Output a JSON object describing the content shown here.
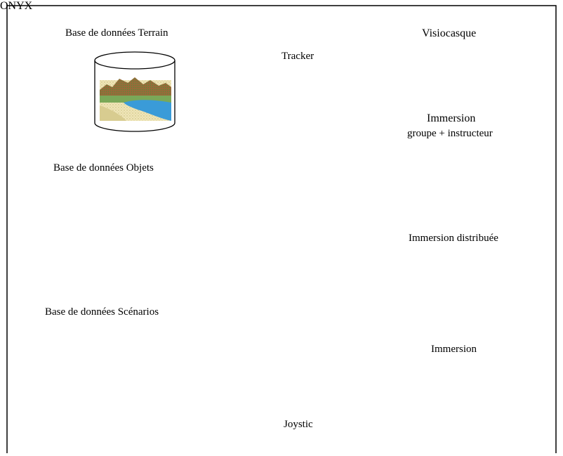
{
  "labels": {
    "terrain": "Base de données Terrain",
    "objets": "Base de données Objets",
    "scenarios": "Base de données Scénarios",
    "tracker": "Tracker",
    "joystic": "Joystic",
    "visiocasque": "Visiocasque",
    "immersion_groupe_1": "Immersion",
    "immersion_groupe_2": "groupe + instructeur",
    "immersion_distribuee": "Immersion distribuée",
    "immersion": "Immersion"
  },
  "computer_brand": "ONYX",
  "icons": {
    "terrain": "terrain-database-cylinder-icon",
    "objets": "tank-database-cylinder-icon",
    "scenarios": "scenario-map-database-cylinder-icon",
    "tracker": "tracker-device-icon",
    "joystic": "joystick-icon",
    "computer": "onyx-workstation-icon",
    "visiocasque": "head-mounted-display-icon",
    "groupe": "group-immersion-room-icon",
    "distribuee": "distributed-network-icon",
    "immersion": "person-at-terminal-icon"
  },
  "colors": {
    "line": "#000000",
    "water": "#3a9bd8",
    "sand": "#e8e0b0",
    "mountain": "#8a5a30",
    "computer": "#1a1a1a"
  }
}
